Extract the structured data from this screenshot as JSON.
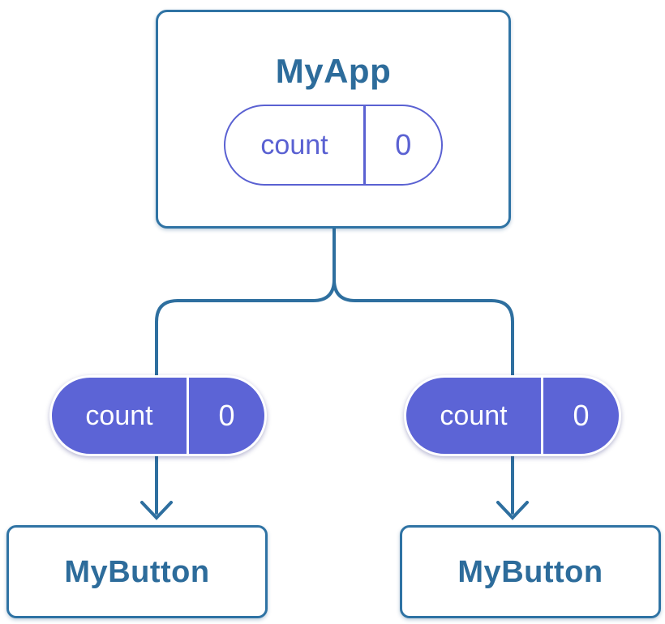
{
  "colors": {
    "line": "#2e6f9f",
    "node-border": "#2f73a4",
    "node-text": "#2d6c9b",
    "accent-purple": "#5a61d2",
    "accent-purple-fill": "#5c64d6",
    "node-bg": "#ffffff",
    "pill-text-light": "#ffffff"
  },
  "tree": {
    "root": {
      "title": "MyApp",
      "state": {
        "name": "count",
        "value": "0"
      }
    },
    "props_passed": [
      {
        "name": "count",
        "value": "0"
      },
      {
        "name": "count",
        "value": "0"
      }
    ],
    "children": [
      {
        "title": "MyButton"
      },
      {
        "title": "MyButton"
      }
    ]
  }
}
